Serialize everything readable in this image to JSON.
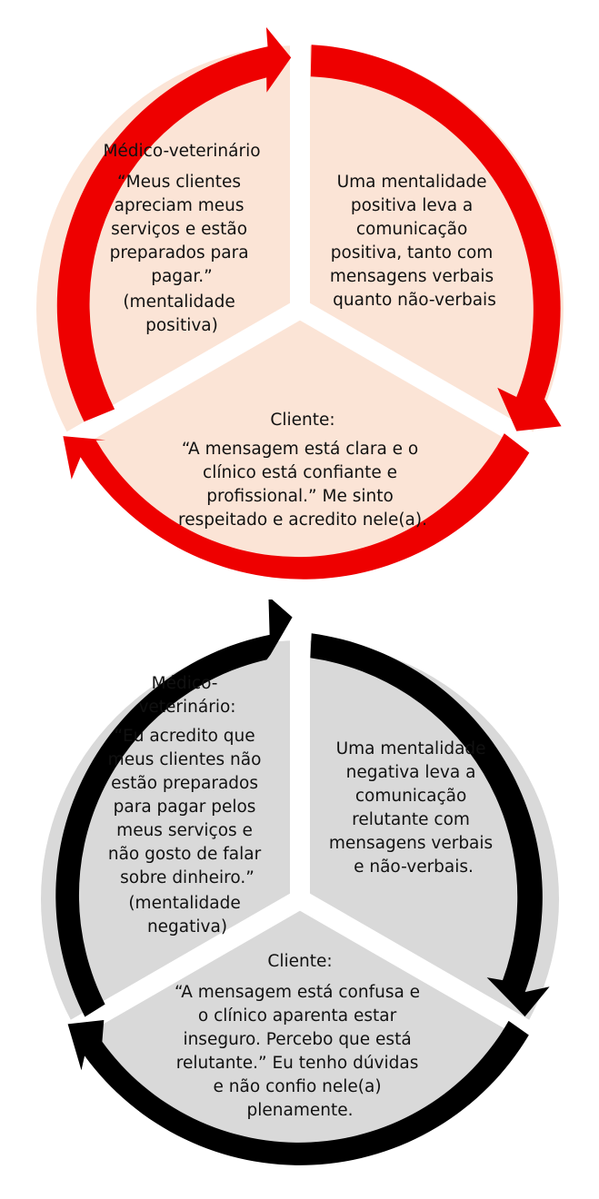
{
  "colors": {
    "positive_ring": "#ee0000",
    "positive_fill": "#fbe4d6",
    "negative_ring": "#000000",
    "negative_fill": "#d9d9d9",
    "text": "#111111",
    "separator": "#ffffff"
  },
  "positive_cycle": {
    "vet": {
      "title": "Médico-veterinário",
      "lines": [
        "“Meus clientes",
        "apreciam meus",
        "serviços e estão",
        "preparados para",
        "pagar.”"
      ],
      "note": [
        "(mentalidade",
        "positiva)"
      ]
    },
    "communication": {
      "lines": [
        "Uma mentalidade",
        "positiva leva a",
        "comunicação",
        "positiva, tanto com",
        "mensagens verbais",
        "quanto não-verbais"
      ]
    },
    "client": {
      "title": "Cliente:",
      "lines": [
        "“A mensagem está clara e o",
        "clínico está confiante e",
        "profissional.” Me sinto",
        "respeitado e acredito nele(a)."
      ]
    }
  },
  "negative_cycle": {
    "vet": {
      "title": [
        "Médico-",
        "veterinário:"
      ],
      "lines": [
        "“Eu acredito que",
        "meus clientes não",
        "estão preparados",
        "para pagar pelos",
        "meus serviços e",
        "não gosto de falar",
        "sobre dinheiro.”"
      ],
      "note": [
        "(mentalidade",
        "negativa)"
      ]
    },
    "communication": {
      "lines": [
        "Uma mentalidade",
        "negativa leva a",
        "comunicação",
        "relutante com",
        "mensagens verbais",
        "e não-verbais."
      ]
    },
    "client": {
      "title": "Cliente:",
      "lines": [
        "“A mensagem está confusa e",
        "o clínico aparenta estar",
        "inseguro. Percebo que está",
        "relutante.” Eu tenho dúvidas",
        "e não confio nele(a)",
        "plenamente."
      ]
    }
  }
}
